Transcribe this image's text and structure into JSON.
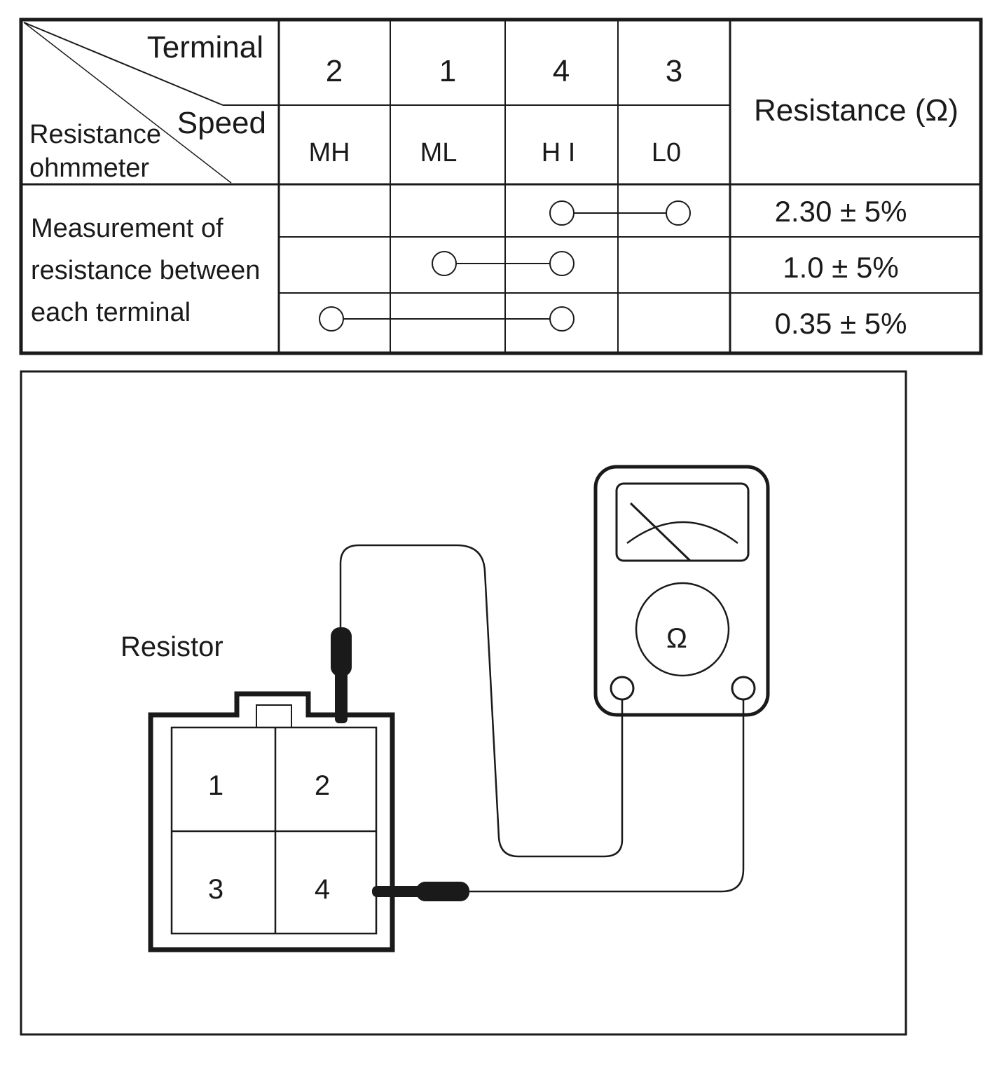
{
  "table": {
    "corner": {
      "terminal_label": "Terminal",
      "speed_label": "Speed",
      "resistance_label": "Resistance",
      "ohmmeter_label": "ohmmeter"
    },
    "terminal_numbers": [
      "2",
      "1",
      "4",
      "3"
    ],
    "speeds": [
      "MH",
      "ML",
      "H I",
      "L0"
    ],
    "resistance_header": "Resistance (Ω)",
    "measurement_label": [
      "Measurement of",
      "resistance between",
      "each terminal"
    ],
    "rows": [
      {
        "from_col": 2,
        "to_col": 3,
        "resistance": "2.30 ± 5%"
      },
      {
        "from_col": 1,
        "to_col": 2,
        "resistance": "1.0 ± 5%"
      },
      {
        "from_col": 0,
        "to_col": 2,
        "resistance": "0.35 ± 5%"
      }
    ]
  },
  "diagram": {
    "resistor_label": "Resistor",
    "connector_terminals": [
      "1",
      "2",
      "3",
      "4"
    ],
    "meter_symbol": "Ω",
    "probe_terminals": [
      "2",
      "4"
    ]
  }
}
